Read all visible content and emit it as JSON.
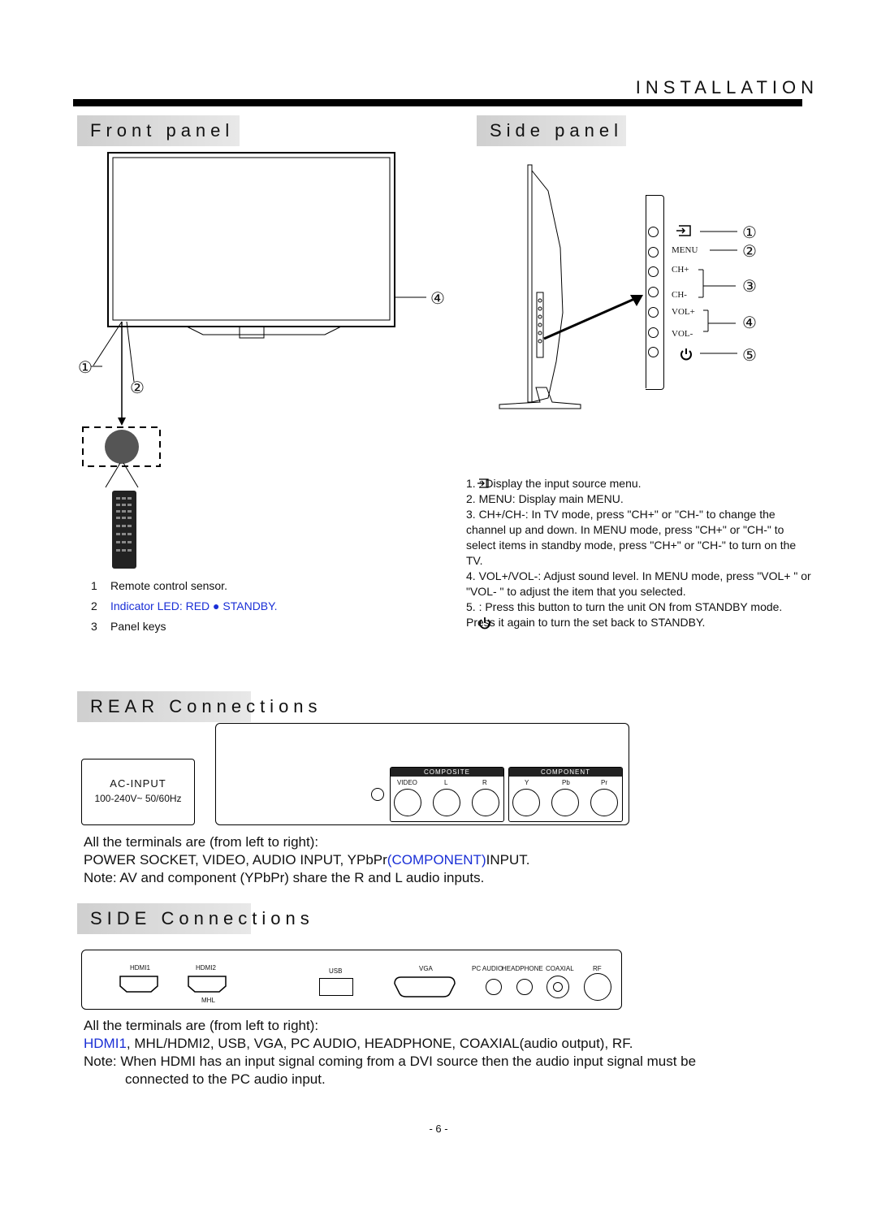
{
  "header": {
    "title": "INSTALLATION"
  },
  "front": {
    "heading": "Front panel",
    "callouts": [
      "①",
      "②",
      "④"
    ],
    "legend": [
      {
        "num": "1",
        "text": "Remote control sensor."
      },
      {
        "num": "2",
        "text": "Indicator LED: RED ● STANDBY."
      },
      {
        "num": "3",
        "text": "Panel keys"
      }
    ]
  },
  "side_panel": {
    "heading": "Side panel",
    "keys": [
      "MENU",
      "CH+",
      "CH-",
      "VOL+",
      "VOL-"
    ],
    "callouts": [
      "①",
      "②",
      "③",
      "④",
      "⑤"
    ],
    "descriptions": [
      "1.      : Display the input source menu.",
      "2. MENU: Display main MENU.",
      "3. CH+/CH-: In TV mode, press \"CH+\" or \"CH-\" to change the channel up and down. In MENU mode, press \"CH+\" or \"CH-\" to select items in standby mode, press \"CH+\" or \"CH-\" to turn on the TV.",
      "4. VOL+/VOL-: Adjust sound level. In MENU mode, press \"VOL+ \" or \"VOL- \" to adjust the item that you selected.",
      "5.      : Press this button to turn the unit ON from STANDBY mode. Press it again to turn the set back to STANDBY."
    ]
  },
  "rear": {
    "heading": "REAR Connections",
    "ac_input": "AC-INPUT",
    "ac_rating": "100-240V~ 50/60Hz",
    "composite_label": "COMPOSITE",
    "component_label": "COMPONENT",
    "composite_ports": [
      "VIDEO",
      "L",
      "R"
    ],
    "component_ports": [
      "Y",
      "Pb",
      "Pr"
    ],
    "line1": "All the terminals are (from left to right):",
    "line2_a": "POWER SOCKET, VIDEO, AUDIO INPUT, YPbPr",
    "line2_b": "(COMPONENT)",
    "line2_c": "INPUT.",
    "line3": "Note: AV and component (YPbPr) share the R and L audio inputs."
  },
  "side_conn": {
    "heading": "SIDE Connections",
    "ports": [
      "HDMI1",
      "HDMI2",
      "USB",
      "VGA",
      "PC AUDIO",
      "HEADPHONE",
      "COAXIAL",
      "RF"
    ],
    "mhl": "MHL",
    "line1": "All the terminals are (from left to right):",
    "line2_a": "HDMI1",
    "line2_b": ", MHL/HDMI2, USB, VGA, PC AUDIO, HEADPHONE, COAXIAL(audio output), RF.",
    "line3": "Note: When HDMI has an input signal coming from a DVI source then the audio input signal must be",
    "line4": "connected to the PC audio input."
  },
  "footer": {
    "page": "- 6 -"
  }
}
